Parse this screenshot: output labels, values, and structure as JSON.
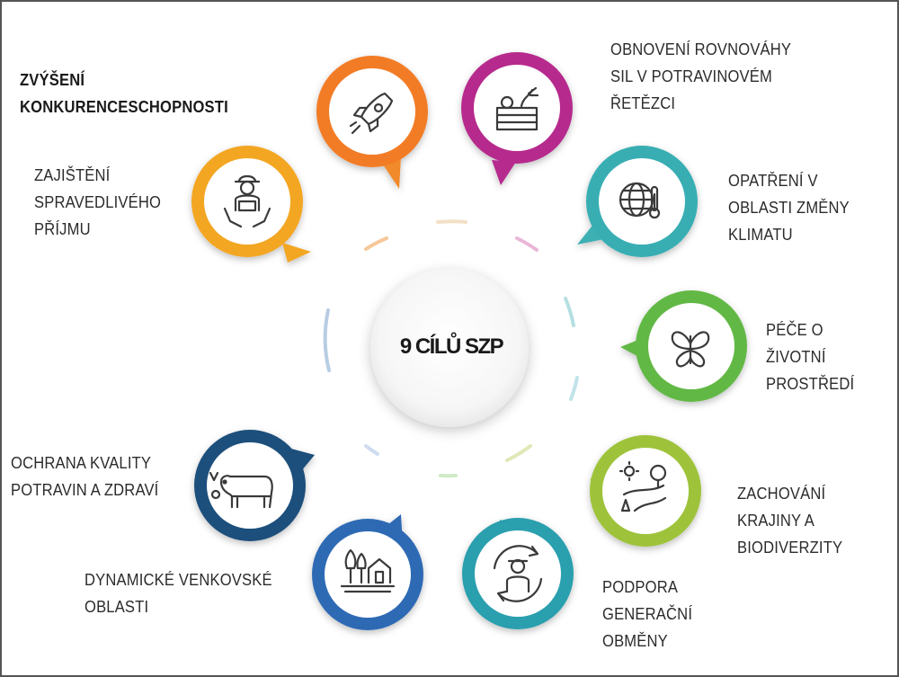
{
  "center": {
    "title": "9 CÍLŮ SZP"
  },
  "goals": [
    {
      "id": "konkurenceschopnost",
      "label": "ZVÝŠENÍ\nKONKURENCESCHOPNOSTI",
      "icon": "rocket-icon",
      "color": "#f06a24"
    },
    {
      "id": "potravinovy-retezec",
      "label": "OBNOVENÍ ROVNOVÁHY\nSIL V POTRAVINOVÉM\nŘETĚZCI",
      "icon": "food-crate-icon",
      "color": "#b62b8d"
    },
    {
      "id": "klima",
      "label": "OPATŘENÍ V\nOBLASTI ZMĚNY\nKLIMATU",
      "icon": "globe-thermometer-icon",
      "color": "#37aeb3"
    },
    {
      "id": "zivotni-prostredi",
      "label": "PÉČE O ŽIVOTNÍ\nPROSTŘEDÍ",
      "icon": "butterfly-icon",
      "color": "#62b845"
    },
    {
      "id": "krajina",
      "label": "ZACHOVÁNÍ\nKRAJINY A\nBIODIVERZITY",
      "icon": "landscape-icon",
      "color": "#9ec33b"
    },
    {
      "id": "generacni-obmena",
      "label": "PODPORA\nGENERAČNÍ\nOBMĚNY",
      "icon": "farmer-cycle-icon",
      "color": "#2b9fae"
    },
    {
      "id": "venkov",
      "label": "DYNAMICKÉ VENKOVSKÉ\nOBLASTI",
      "icon": "village-icon",
      "color": "#2f6bb4"
    },
    {
      "id": "kvalita-potravin",
      "label": "OCHRANA KVALITY\nPOTRAVIN A ZDRAVÍ",
      "icon": "cow-icon",
      "color": "#1f4f7c"
    },
    {
      "id": "spravedlivy-prijem",
      "label": "ZAJIŠTĚNÍ\nSPRAVEDLIVÉHO\nPŘÍJMU",
      "icon": "farmer-hands-icon",
      "color": "#f3a621"
    }
  ]
}
